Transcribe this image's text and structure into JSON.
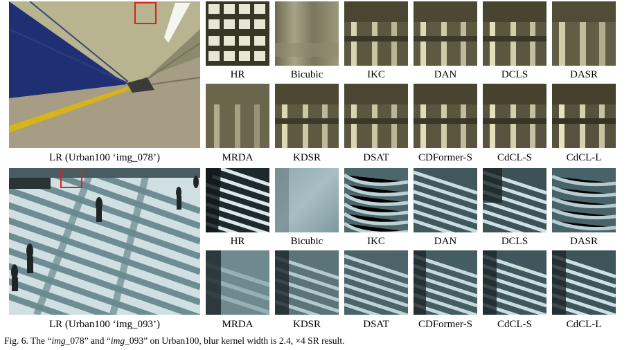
{
  "figure": {
    "rows": [
      {
        "lr_label": "LR (Urban100 ‘img_078’)",
        "top_labels": [
          "HR",
          "Bicubic",
          "IKC",
          "DAN",
          "DCLS",
          "DASR"
        ],
        "bottom_labels": [
          "MRDA",
          "KDSR",
          "DSAT",
          "CDFormer-S",
          "CdCL-S",
          "CdCL-L"
        ]
      },
      {
        "lr_label": "LR (Urban100 ‘img_093’)",
        "top_labels": [
          "HR",
          "Bicubic",
          "IKC",
          "DAN",
          "DCLS",
          "DASR"
        ],
        "bottom_labels": [
          "MRDA",
          "KDSR",
          "DSAT",
          "CDFormer-S",
          "CdCL-S",
          "CdCL-L"
        ]
      }
    ],
    "caption": {
      "prefix": "Fig. 6. The “",
      "name1": "img",
      "num1": "_078",
      "mid": "” and “",
      "name2": "img",
      "num2": "_093",
      "suffix": "” on Urban100, blur kernel width is 2.4, ×4 SR result."
    }
  }
}
